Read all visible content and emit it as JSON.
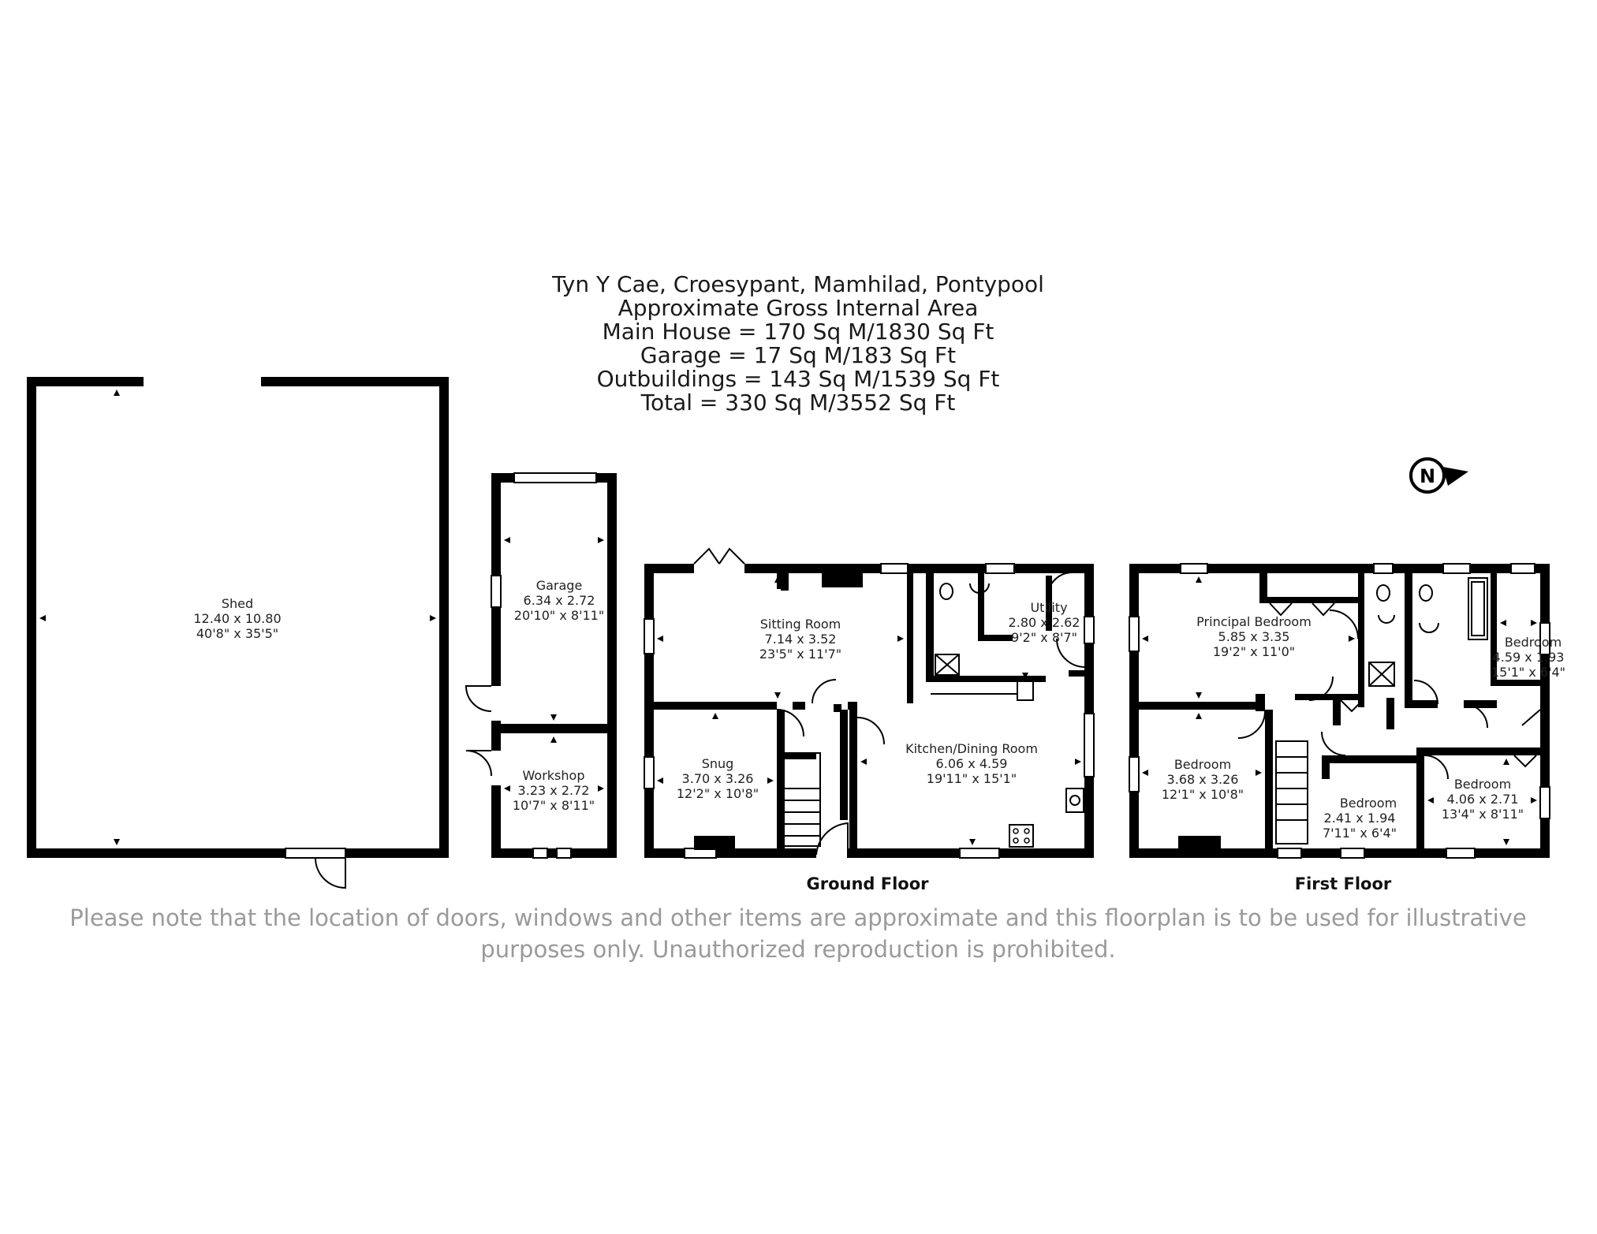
{
  "header": {
    "line1": "Tyn Y Cae, Croesypant, Mamhilad, Pontypool",
    "line2": "Approximate Gross Internal Area",
    "line3": "Main House = 170 Sq M/1830 Sq Ft",
    "line4": "Garage = 17 Sq M/183 Sq Ft",
    "line5": "Outbuildings = 143 Sq M/1539 Sq Ft",
    "line6": "Total = 330 Sq M/3552 Sq Ft"
  },
  "compass": {
    "letter": "N"
  },
  "floors": {
    "ground": "Ground Floor",
    "first": "First Floor"
  },
  "rooms": {
    "shed": {
      "name": "Shed",
      "metric": "12.40 x 10.80",
      "imperial": "40'8\" x 35'5\""
    },
    "garage": {
      "name": "Garage",
      "metric": "6.34 x 2.72",
      "imperial": "20'10\" x 8'11\""
    },
    "workshop": {
      "name": "Workshop",
      "metric": "3.23 x 2.72",
      "imperial": "10'7\" x 8'11\""
    },
    "sitting": {
      "name": "Sitting Room",
      "metric": "7.14 x 3.52",
      "imperial": "23'5\" x 11'7\""
    },
    "utility": {
      "name": "Utility",
      "metric": "2.80 x 2.62",
      "imperial": "9'2\" x 8'7\""
    },
    "snug": {
      "name": "Snug",
      "metric": "3.70 x 3.26",
      "imperial": "12'2\" x 10'8\""
    },
    "kitchen": {
      "name": "Kitchen/Dining Room",
      "metric": "6.06 x 4.59",
      "imperial": "19'11\" x 15'1\""
    },
    "principal": {
      "name": "Principal Bedroom",
      "metric": "5.85 x 3.35",
      "imperial": "19'2\" x 11'0\""
    },
    "bed_ne": {
      "name": "Bedroom",
      "metric": "4.59 x 1.93",
      "imperial": "15'1\" x 6'4\""
    },
    "bed_w": {
      "name": "Bedroom",
      "metric": "3.68 x 3.26",
      "imperial": "12'1\" x 10'8\""
    },
    "bed_small": {
      "name": "Bedroom",
      "metric": "2.41 x 1.94",
      "imperial": "7'11\" x 6'4\""
    },
    "bed_se": {
      "name": "Bedroom",
      "metric": "4.06 x 2.71",
      "imperial": "13'4\" x 8'11\""
    }
  },
  "disclaimer": {
    "line1": "Please note that the location of doors, windows and other items are approximate and this floorplan is to be used for illustrative",
    "line2": "purposes only. Unauthorized reproduction is prohibited."
  }
}
